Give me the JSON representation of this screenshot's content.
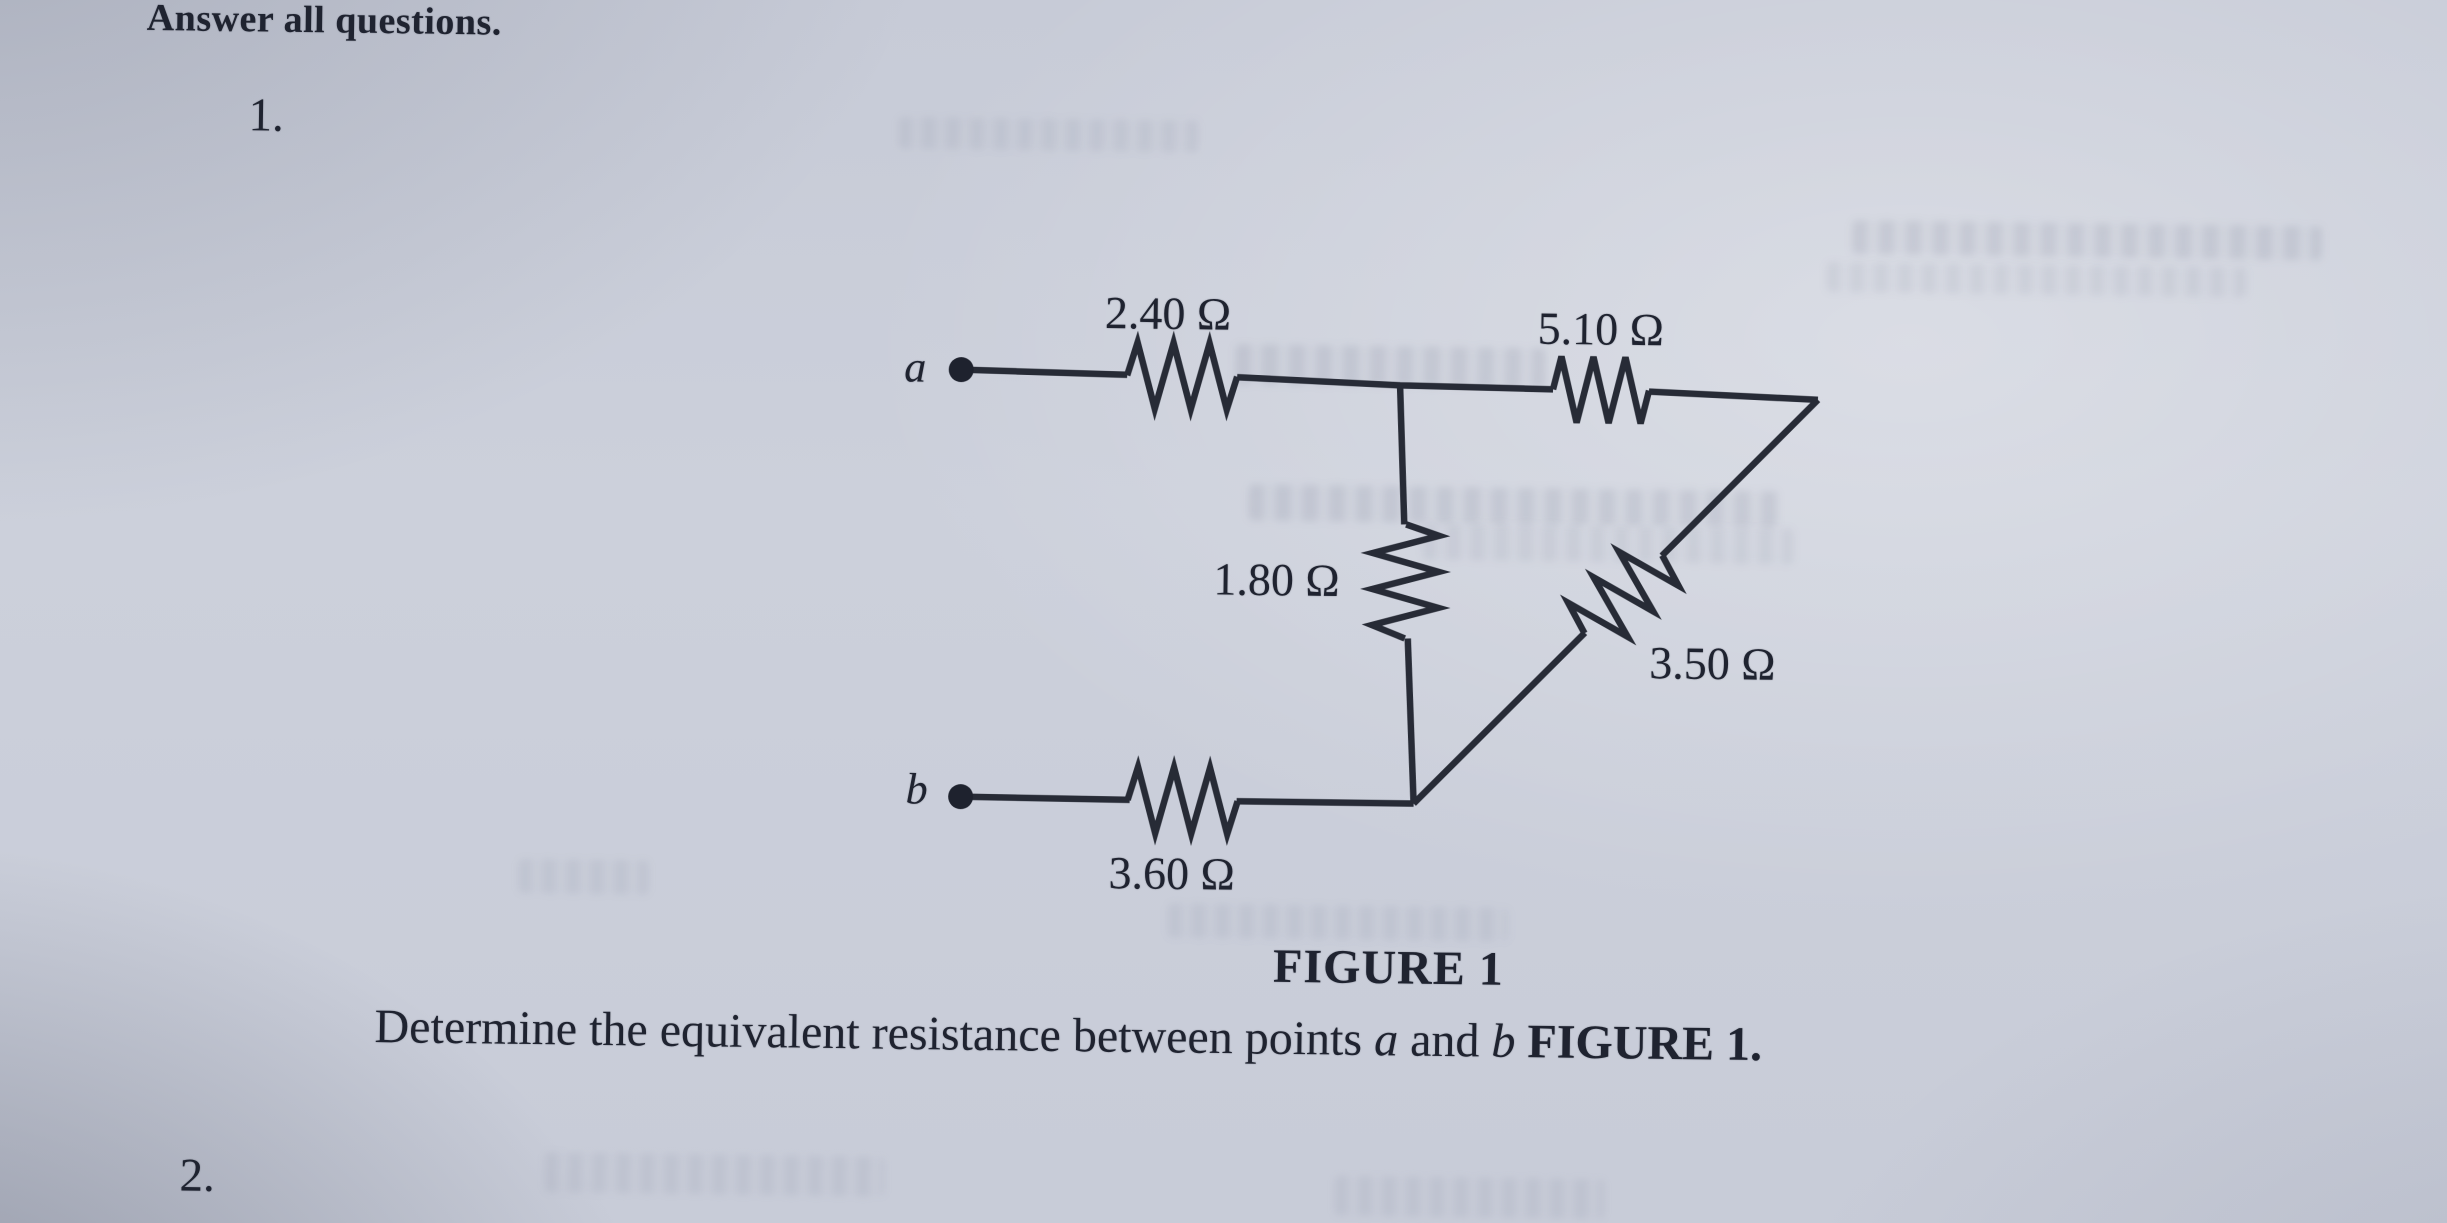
{
  "page": {
    "header_text": "Answer all questions.",
    "item1_number": "1.",
    "item2_number": "2.",
    "figure": {
      "caption": "FIGURE 1",
      "terminal_a": "a",
      "terminal_b": "b",
      "resistors": {
        "r_top_left": "2.40 Ω",
        "r_top_right": "5.10 Ω",
        "r_middle": "1.80 Ω",
        "r_diagonal": "3.50 Ω",
        "r_bottom": "3.60 Ω"
      }
    },
    "question": {
      "text_before_a": "Determine the equivalent resistance between points ",
      "point_a": "a",
      "text_between": " and ",
      "point_b": "b",
      "figure_ref": " FIGURE 1."
    }
  },
  "colors": {
    "paper": "#ccd0db",
    "ink": "#20242f",
    "wire": "#272b36"
  }
}
